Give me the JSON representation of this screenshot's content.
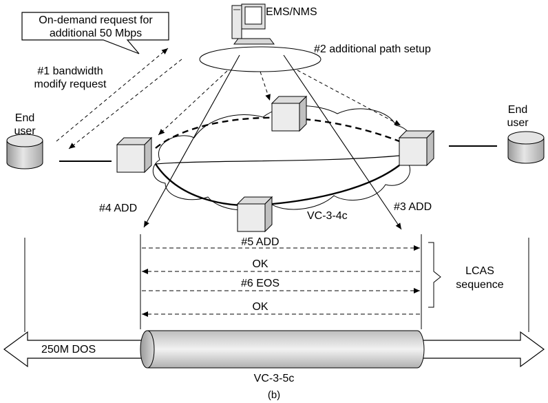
{
  "callout": {
    "line1": "On-demand request for",
    "line2": "additional 50 Mbps"
  },
  "ems_label": "EMS/NMS",
  "step1": {
    "line1": "#1 bandwidth",
    "line2": "modify request"
  },
  "step2": "#2 additional path setup",
  "end_user_left": {
    "line1": "End",
    "line2": "user"
  },
  "end_user_right": {
    "line1": "End",
    "line2": "user"
  },
  "step3": "#3 ADD",
  "step4": "#4 ADD",
  "vc_4c": "VC-3-4c",
  "lcas_messages": [
    "#5 ADD",
    "OK",
    "#6 EOS",
    "OK"
  ],
  "lcas_label": {
    "line1": "LCAS",
    "line2": "sequence"
  },
  "tube_left_label": "250M DOS",
  "vc_5c": "VC-3-5c",
  "caption": "(b)"
}
